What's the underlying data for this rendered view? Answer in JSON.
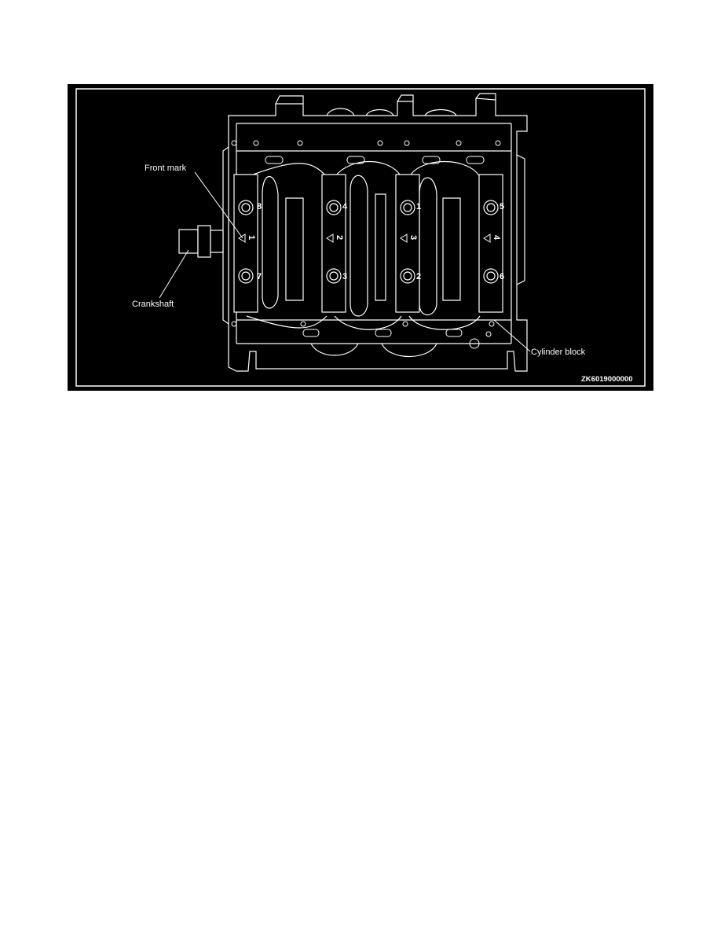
{
  "figure": {
    "labels": {
      "front_mark": "Front mark",
      "crankshaft": "Crankshaft",
      "cylinder_block": "Cylinder block"
    },
    "figure_code": "ZK6019000000",
    "bolt_numbers": [
      "1",
      "2",
      "3",
      "4",
      "5",
      "6",
      "7",
      "8"
    ],
    "bearing_cap_marks": [
      "1",
      "2",
      "3",
      "4"
    ],
    "colors": {
      "background": "#000000",
      "line": "#ffffff"
    }
  }
}
